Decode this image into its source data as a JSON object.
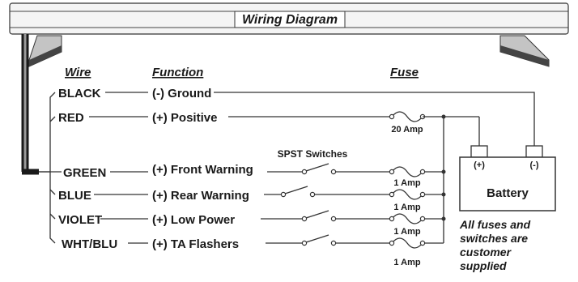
{
  "title": "Wiring Diagram",
  "headers": {
    "wire": "Wire",
    "function": "Function",
    "fuse": "Fuse"
  },
  "wires": [
    {
      "wire": "BLACK",
      "function": "(-) Ground",
      "fuse": ""
    },
    {
      "wire": "RED",
      "function": "(+) Positive",
      "fuse": "20 Amp"
    },
    {
      "wire": "GREEN",
      "function": "(+) Front Warning",
      "fuse": "1 Amp"
    },
    {
      "wire": "BLUE",
      "function": "(+) Rear Warning",
      "fuse": "1 Amp"
    },
    {
      "wire": "VIOLET",
      "function": "(+) Low Power",
      "fuse": "1 Amp"
    },
    {
      "wire": "WHT/BLU",
      "function": "(+) TA Flashers",
      "fuse": "1 Amp"
    }
  ],
  "switch_label": "SPST Switches",
  "battery": {
    "label": "Battery",
    "positive": "(+)",
    "negative": "(-)"
  },
  "note": [
    "All fuses and",
    "switches are",
    "customer",
    "supplied"
  ]
}
